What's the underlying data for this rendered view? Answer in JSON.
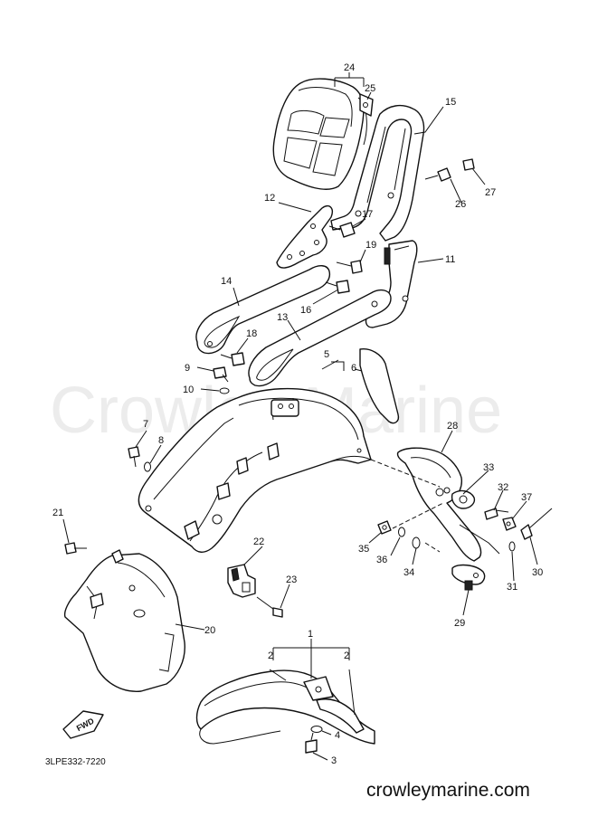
{
  "watermark": "Crowley Marine",
  "diagram_code": "3LPE332-7220",
  "site_url": "crowleymarine.com",
  "fwd_label": "FWD",
  "callouts": {
    "c1": "1",
    "c2a": "2",
    "c2b": "2",
    "c3": "3",
    "c4": "4",
    "c5": "5",
    "c6": "6",
    "c7": "7",
    "c8": "8",
    "c9": "9",
    "c10": "10",
    "c11": "11",
    "c12": "12",
    "c13": "13",
    "c14": "14",
    "c15": "15",
    "c16": "16",
    "c17": "17",
    "c18": "18",
    "c19": "19",
    "c20": "20",
    "c21": "21",
    "c22": "22",
    "c23": "23",
    "c24": "24",
    "c25": "25",
    "c26": "26",
    "c27": "27",
    "c28": "28",
    "c29": "29",
    "c30": "30",
    "c31": "31",
    "c32": "32",
    "c33": "33",
    "c34": "34",
    "c35": "35",
    "c36": "36",
    "c37": "37"
  }
}
